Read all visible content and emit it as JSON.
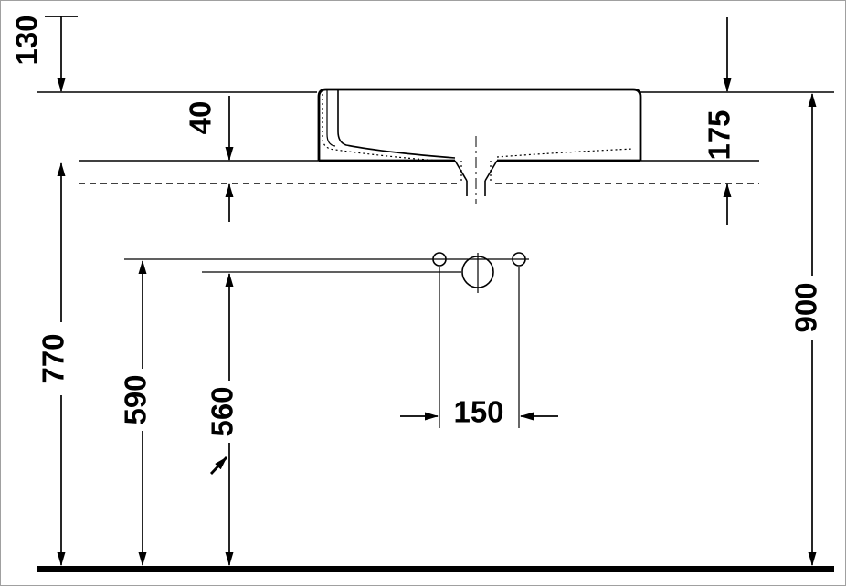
{
  "colors": {
    "line": "#000000",
    "background": "#ffffff",
    "frame": "#a0a0a0"
  },
  "icons": {
    "direction_arrow": "ne-arrow"
  },
  "dimensions": {
    "dim_130": "130",
    "dim_40": "40",
    "dim_175": "175",
    "dim_770": "770",
    "dim_590": "590",
    "dim_560": "560",
    "dim_150": "150",
    "dim_900": "900"
  }
}
